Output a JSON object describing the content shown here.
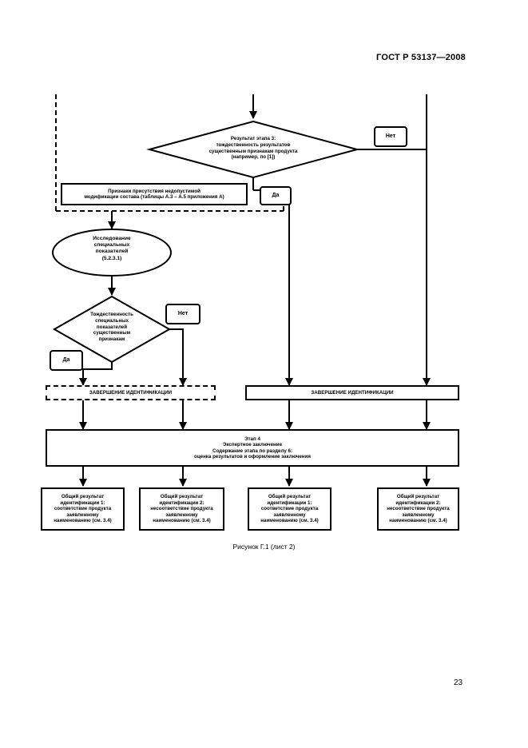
{
  "header": {
    "doc_id": "ГОСТ Р 53137—2008"
  },
  "footer": {
    "page_number": "23"
  },
  "figure": {
    "caption": "Рисунок Г.1 (лист 2)"
  },
  "flowchart": {
    "decision_stage3": {
      "line1": "Результат этапа 3:",
      "line2": "тождественность результатов",
      "line3": "существенным признакам продукта",
      "line4": "(например, по [1])"
    },
    "no_label_1": "Нет",
    "yes_label_1": "Да",
    "unacceptable_modification": {
      "line1": "Признаки присутствия недопустимой",
      "line2": "модификации состава (таблицы А.3 – А.5 приложения А)"
    },
    "special_study": {
      "line1": "Исследование",
      "line2": "специальных",
      "line3": "показателей",
      "line4": "(5.2.3.1)"
    },
    "decision_special": {
      "line1": "Тождественность",
      "line2": "специальных",
      "line3": "показателей",
      "line4": "существенным",
      "line5": "признакам"
    },
    "no_label_2": "Нет",
    "yes_label_2": "Да",
    "completion_left": "ЗАВЕРШЕНИЕ ИДЕНТИФИКАЦИИ",
    "completion_right": "ЗАВЕРШЕНИЕ ИДЕНТИФИКАЦИИ",
    "stage4": {
      "line1": "Этап 4",
      "line2": "Экспертное заключение",
      "line3": "Содержание этапа по разделу 6:",
      "line4": "оценка результатов и оформление заключения"
    },
    "results": [
      {
        "line1": "Общий результат",
        "line2": "идентификации 1:",
        "line3": "соответствие продукта",
        "line4": "заявленному",
        "line5": "наименованию (см. 3.4)"
      },
      {
        "line1": "Общий результат",
        "line2": "идентификации 2:",
        "line3": "несоответствие продукта",
        "line4": "заявленному",
        "line5": "наименованию (см. 3.4)"
      },
      {
        "line1": "Общий результат",
        "line2": "идентификации 1:",
        "line3": "соответствие продукта",
        "line4": "заявленному",
        "line5": "наименованию (см. 3.4)"
      },
      {
        "line1": "Общий результат",
        "line2": "идентификации 2:",
        "line3": "несоответствие продукта",
        "line4": "заявленному",
        "line5": "наименованию (см. 3.4)"
      }
    ]
  }
}
